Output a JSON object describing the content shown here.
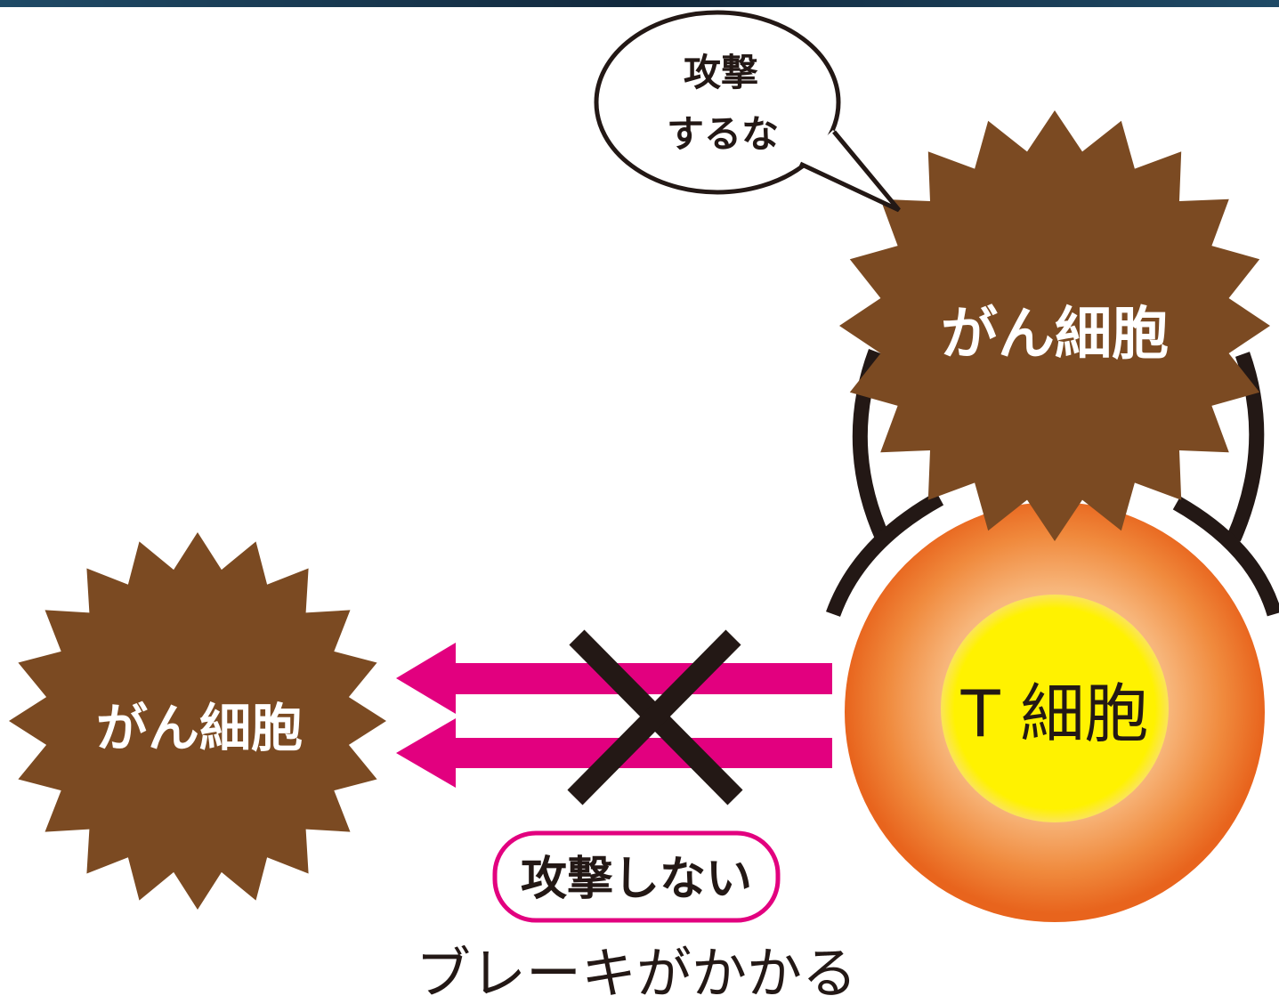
{
  "colors": {
    "cancer_cell": "#7b4a22",
    "arrow": "#e2007f",
    "t_cell_outer": "#e8641d",
    "t_cell_inner": "#fff200",
    "receptor": "#231815",
    "top_band": "#16324a"
  },
  "speech_bubble": {
    "line1": "攻撃",
    "line2": "するな"
  },
  "cancer_cell_right": {
    "label": "がん細胞"
  },
  "cancer_cell_left": {
    "label": "がん細胞"
  },
  "t_cell": {
    "label": "T 細胞"
  },
  "no_attack_badge": {
    "label": "攻撃しない"
  },
  "caption": {
    "text": "ブレーキがかかる"
  }
}
